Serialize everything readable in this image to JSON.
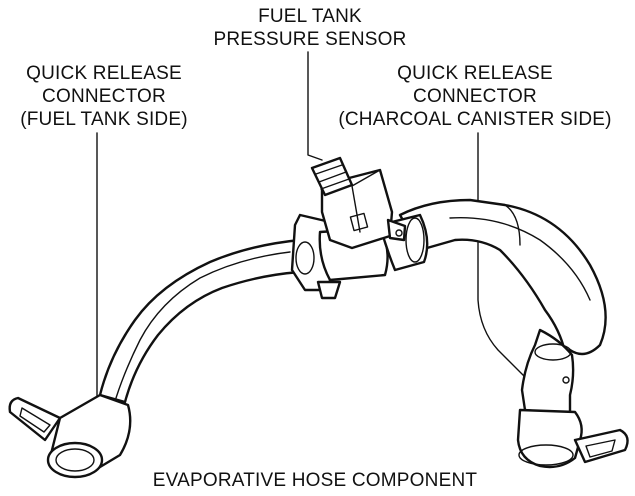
{
  "labels": {
    "sensor": {
      "line1": "FUEL TANK",
      "line2": "PRESSURE SENSOR"
    },
    "left_connector": {
      "line1": "QUICK RELEASE",
      "line2": "CONNECTOR",
      "line3": "(FUEL TANK SIDE)"
    },
    "right_connector": {
      "line1": "QUICK RELEASE",
      "line2": "CONNECTOR",
      "line3": "(CHARCOAL CANISTER SIDE)"
    },
    "caption": "EVAPORATIVE HOSE COMPONENT"
  },
  "colors": {
    "ink": "#111111",
    "background": "#ffffff"
  }
}
